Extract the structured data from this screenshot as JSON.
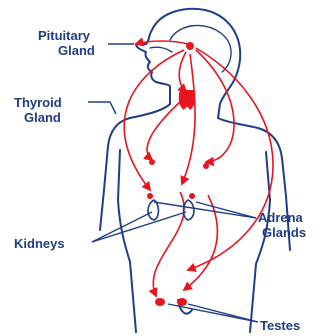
{
  "labels": {
    "pituitary": [
      "Pituitary",
      "Gland"
    ],
    "thyroid": [
      "Thyroid",
      "Gland"
    ],
    "kidneys": "Kidneys",
    "adrenal": [
      "Adrena",
      "Glands"
    ],
    "testes": "Testes"
  },
  "colors": {
    "outline": "#1f3d8a",
    "label": "#1f3d8a",
    "hormone": "#e8141e",
    "gland": "#e8141e"
  }
}
